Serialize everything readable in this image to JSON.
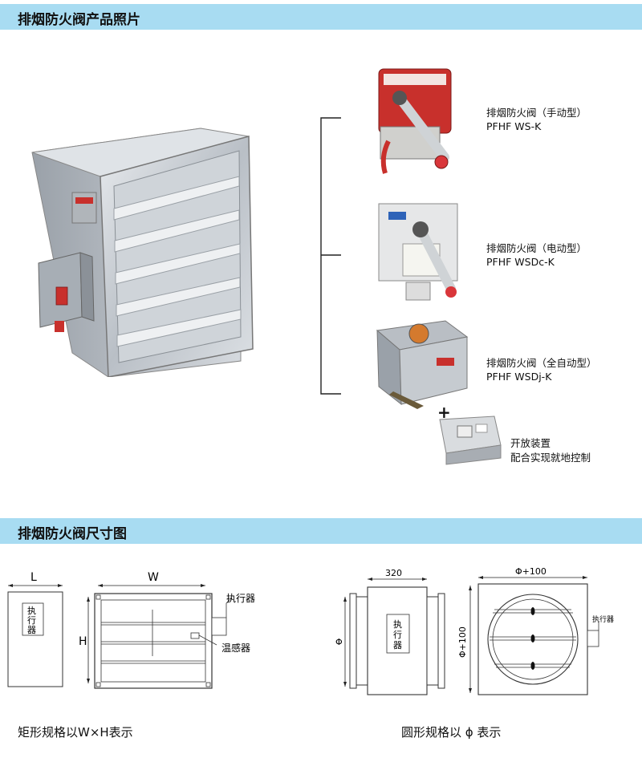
{
  "section1": {
    "title": "排烟防火阀产品照片"
  },
  "products": [
    {
      "name": "排烟防火阀（手动型）",
      "model": "PFHF WS-K"
    },
    {
      "name": "排烟防火阀（电动型）",
      "model": "PFHF WSDc-K"
    },
    {
      "name": "排烟防火阀（全自动型）",
      "model": "PFHF WSDj-K"
    }
  ],
  "accessory": {
    "plus": "+",
    "line1": "开放装置",
    "line2": "配合实现就地控制"
  },
  "section2": {
    "title": "排烟防火阀尺寸图"
  },
  "rect_diagram": {
    "dim_l": "L",
    "dim_w": "W",
    "dim_h": "H",
    "actuator_chars": [
      "执",
      "行",
      "器"
    ],
    "actuator_label": "执行器",
    "sensor_label": "温感器",
    "caption": "矩形规格以W×H表示"
  },
  "round_diagram": {
    "dim_320": "320",
    "dim_phi": "Φ",
    "dim_phi100_top": "Φ+100",
    "dim_phi100_side": "Φ+100",
    "actuator_chars": [
      "执",
      "行",
      "器"
    ],
    "actuator_label": "执行器",
    "caption": "圆形规格以 ϕ 表示"
  },
  "colors": {
    "banner": "#a8dcf2",
    "valve_red": "#c8302c",
    "galvanized": "#c9ced3"
  }
}
